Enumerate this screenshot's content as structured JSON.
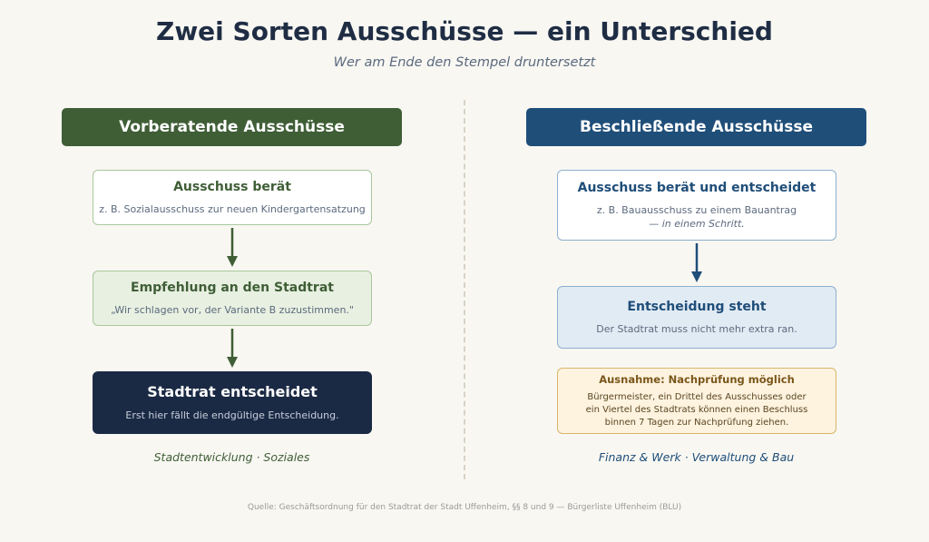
{
  "title": "Zwei Sorten Ausschüsse — ein Unterschied",
  "subtitle": "Wer am Ende den Stempel druntersetzt",
  "left": {
    "header": "Vorberatende Ausschüsse",
    "step1": {
      "title": "Ausschuss berät",
      "text": "z. B. Sozialausschuss zur neuen Kindergartensatzung"
    },
    "step2": {
      "title": "Empfehlung an den Stadtrat",
      "text": "„Wir schlagen vor, der Variante B zuzustimmen.\""
    },
    "step3": {
      "title": "Stadtrat entscheidet",
      "text": "Erst hier fällt die endgültige Entscheidung."
    },
    "footer": "Stadtentwicklung · Soziales"
  },
  "right": {
    "header": "Beschließende Ausschüsse",
    "step1": {
      "title": "Ausschuss berät und entscheidet",
      "text": "z. B. Bauausschuss zu einem Bauantrag",
      "text_italic": "— in einem Schritt."
    },
    "step2": {
      "title": "Entscheidung steht",
      "text": "Der Stadtrat muss nicht mehr extra ran."
    },
    "exception": {
      "title": "Ausnahme: Nachprüfung möglich",
      "lines": [
        "Bürgermeister, ein Drittel des Ausschusses oder",
        "ein Viertel des Stadtrats können einen Beschluss",
        "binnen 7 Tagen zur Nachprüfung ziehen."
      ]
    },
    "footer": "Finanz & Werk · Verwaltung & Bau"
  },
  "source": "Quelle: Geschäftsordnung für den Stadtrat der Stadt Uffenheim, §§ 8 und 9 — Bürgerliste Uffenheim (BLU)",
  "colors": {
    "green_dark": "#3f5e36",
    "green_light_bg": "#e8f0e1",
    "green_border": "#a9c79c",
    "navy": "#1b2a44",
    "blue_dark": "#1f4e79",
    "blue_light_bg": "#e1ebf4",
    "blue_border": "#8db0cf",
    "amber_bg": "#fdf3df",
    "amber_border": "#d9b56a",
    "amber_text": "#7a561a"
  }
}
